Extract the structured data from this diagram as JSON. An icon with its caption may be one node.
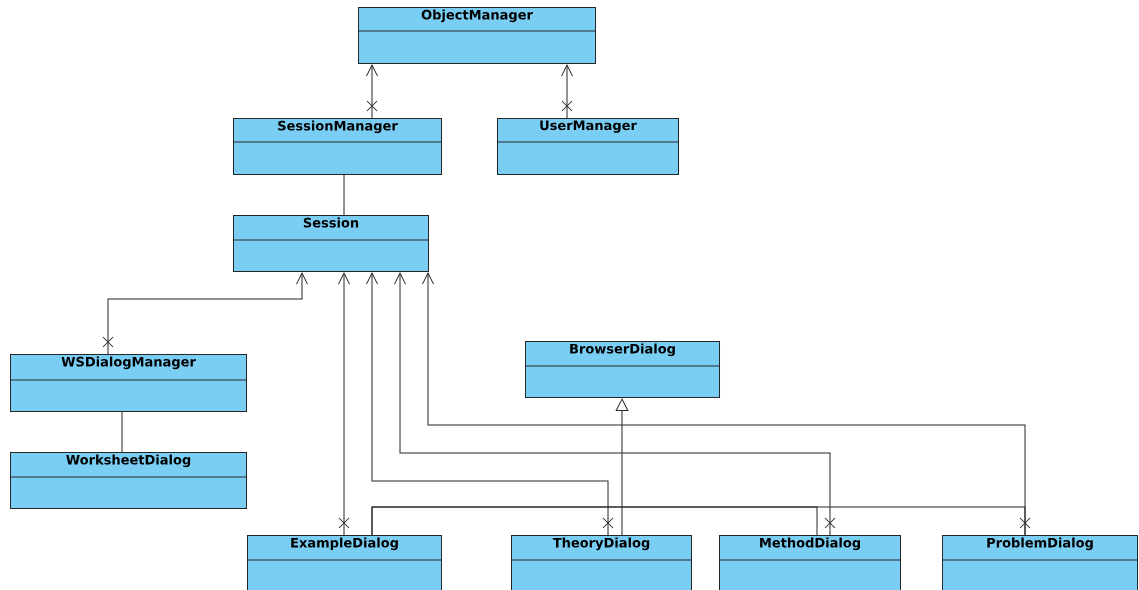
{
  "diagram": {
    "nodes": [
      {
        "text": [
          "ObjectManager"
        ]
      },
      {
        "text": [
          "SessionManager"
        ]
      },
      {
        "text": [
          "UserManager"
        ]
      },
      {
        "text": [
          "Session"
        ]
      },
      {
        "text": [
          "WSDialogManager"
        ]
      },
      {
        "text": [
          "WorksheetDialog"
        ]
      },
      {
        "text": [
          "BrowserDialog"
        ]
      },
      {
        "text": [
          "ExampleDialog"
        ]
      },
      {
        "text": [
          "TheoryDialog"
        ]
      },
      {
        "text": [
          "MethodDialog"
        ]
      },
      {
        "text": [
          "ProblemDialog"
        ]
      }
    ],
    "edges": [
      {
        "from": 1,
        "to": 0,
        "arrow": "to"
      },
      {
        "from": 2,
        "to": 0,
        "arrow": "to"
      },
      {
        "from": 1,
        "to": 3,
        "arrow": "none"
      },
      {
        "from": 4,
        "to": 3,
        "arrow": "to"
      },
      {
        "from": 4,
        "to": 5,
        "arrow": "none"
      },
      {
        "from": 7,
        "to": 3,
        "arrow": "to"
      },
      {
        "from": 8,
        "to": 3,
        "arrow": "to"
      },
      {
        "from": 9,
        "to": 3,
        "arrow": "to"
      },
      {
        "from": 10,
        "to": 3,
        "arrow": "to"
      },
      {
        "from": 8,
        "to": 6,
        "arrow": "to"
      },
      {
        "from": 7,
        "to": 9,
        "arrow": "none"
      },
      {
        "from": 7,
        "to": 10,
        "arrow": "none"
      }
    ]
  }
}
